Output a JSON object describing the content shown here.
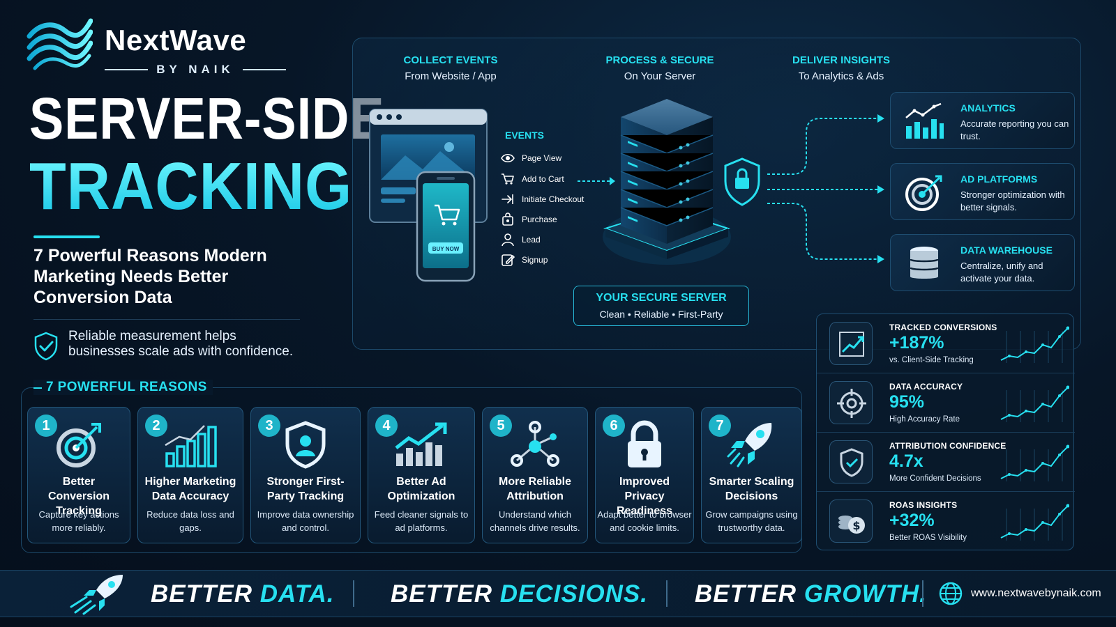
{
  "brand": {
    "name": "NextWave",
    "byline": "BY NAIK",
    "logo_icon": "wave-logo-icon"
  },
  "hero": {
    "line1": "SERVER-SIDE",
    "line2": "TRACKING",
    "subtitle": "7 Powerful Reasons Modern Marketing Needs Better Conversion Data",
    "note": "Reliable measurement helps businesses scale ads with confidence."
  },
  "flow": {
    "phases": [
      {
        "title": "COLLECT EVENTS",
        "subtitle": "From Website / App"
      },
      {
        "title": "PROCESS & SECURE",
        "subtitle": "On Your Server"
      },
      {
        "title": "DELIVER INSIGHTS",
        "subtitle": "To Analytics & Ads"
      }
    ],
    "device": {
      "button_label": "BUY NOW"
    },
    "events_title": "EVENTS",
    "events": [
      {
        "label": "Page View",
        "icon": "eye-icon"
      },
      {
        "label": "Add to Cart",
        "icon": "cart-icon"
      },
      {
        "label": "Initiate Checkout",
        "icon": "checkout-arrow-icon"
      },
      {
        "label": "Purchase",
        "icon": "shopping-bag-icon"
      },
      {
        "label": "Lead",
        "icon": "person-icon"
      },
      {
        "label": "Signup",
        "icon": "pencil-icon"
      }
    ],
    "server": {
      "title": "YOUR SECURE SERVER",
      "subtitle": "Clean • Reliable • First-Party"
    },
    "destinations": [
      {
        "title": "ANALYTICS",
        "description": "Accurate reporting you can trust.",
        "icon": "analytics-chart-icon"
      },
      {
        "title": "AD PLATFORMS",
        "description": "Stronger optimization with better signals.",
        "icon": "target-icon"
      },
      {
        "title": "DATA WAREHOUSE",
        "description": "Centralize, unify and activate your data.",
        "icon": "database-icon"
      }
    ]
  },
  "metrics": [
    {
      "label": "TRACKED CONVERSIONS",
      "value": "+187%",
      "sub": "vs. Client-Side Tracking",
      "icon": "trend-chart-icon"
    },
    {
      "label": "DATA ACCURACY",
      "value": "95%",
      "sub": "High Accuracy Rate",
      "icon": "crosshair-icon"
    },
    {
      "label": "ATTRIBUTION CONFIDENCE",
      "value": "4.7x",
      "sub": "More Confident Decisions",
      "icon": "shield-check-icon"
    },
    {
      "label": "ROAS INSIGHTS",
      "value": "+32%",
      "sub": "Better ROAS Visibility",
      "icon": "coins-dollar-icon"
    }
  ],
  "reasons": {
    "title": "7 POWERFUL REASONS",
    "items": [
      {
        "num": "1",
        "title": "Better Conversion Tracking",
        "desc": "Capture key actions more reliably.",
        "icon": "target-icon"
      },
      {
        "num": "2",
        "title": "Higher Marketing Data Accuracy",
        "desc": "Reduce data loss and gaps.",
        "icon": "bar-growth-icon"
      },
      {
        "num": "3",
        "title": "Stronger First-Party Tracking",
        "desc": "Improve data ownership and control.",
        "icon": "shield-user-icon"
      },
      {
        "num": "4",
        "title": "Better Ad Optimization",
        "desc": "Feed cleaner signals to ad platforms.",
        "icon": "chart-arrow-icon"
      },
      {
        "num": "5",
        "title": "More Reliable Attribution",
        "desc": "Understand which channels drive results.",
        "icon": "network-nodes-icon"
      },
      {
        "num": "6",
        "title": "Improved Privacy Readiness",
        "desc": "Adapt better to browser and cookie limits.",
        "icon": "padlock-icon"
      },
      {
        "num": "7",
        "title": "Smarter Scaling Decisions",
        "desc": "Grow campaigns using trustworthy data.",
        "icon": "rocket-icon"
      }
    ]
  },
  "footer": {
    "slogans": [
      {
        "lead": "BETTER ",
        "highlight": "DATA."
      },
      {
        "lead": "BETTER ",
        "highlight": "DECISIONS."
      },
      {
        "lead": "BETTER ",
        "highlight": "GROWTH."
      }
    ],
    "url": "www.nextwavebynaik.com",
    "icons": [
      "rocket-icon",
      "globe-icon"
    ]
  },
  "colors": {
    "accent": "#27e0f0",
    "background": "#071627",
    "panel_border": "#1d4a6b"
  }
}
